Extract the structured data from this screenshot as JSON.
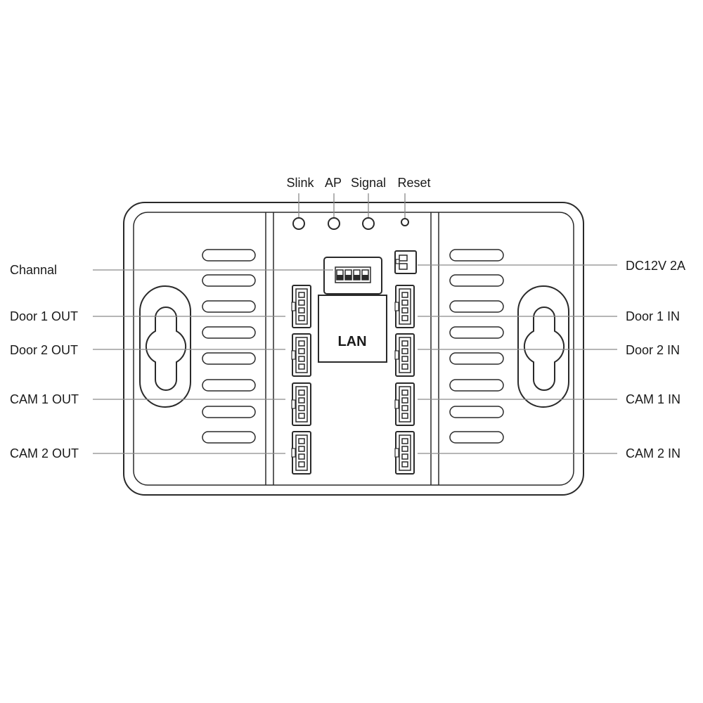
{
  "top_labels": {
    "slink": "Slink",
    "ap": "AP",
    "signal": "Signal",
    "reset": "Reset"
  },
  "left_labels": {
    "channel": "Channal",
    "door1_out": "Door 1 OUT",
    "door2_out": "Door 2  OUT",
    "cam1_out": "CAM 1 OUT",
    "cam2_out": "CAM 2  OUT"
  },
  "right_labels": {
    "dc_power": "DC12V 2A",
    "door1_in": "Door 1 IN",
    "door2_in": "Door 2  IN",
    "cam1_in": "CAM 1 IN",
    "cam2_in": "CAM 2  IN"
  },
  "lan_label": "LAN"
}
